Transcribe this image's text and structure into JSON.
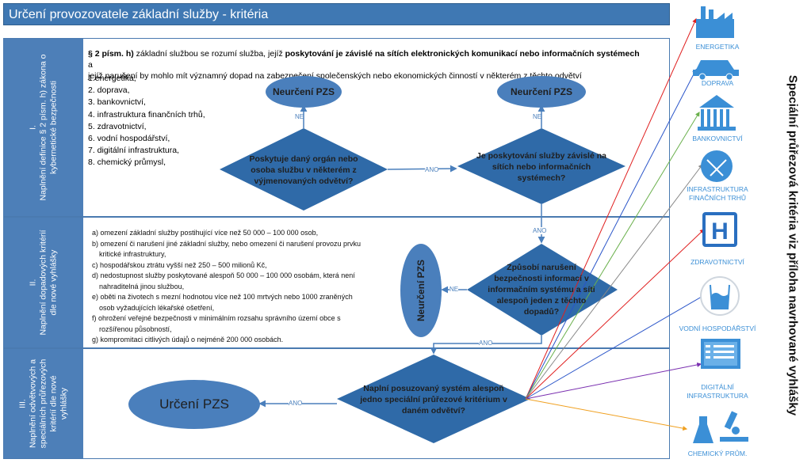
{
  "title": "Určení provozovatele základní služby - kritéria",
  "sections": [
    {
      "label": "I.\nNaplnění definice § 2 písm. h) zákona o\nkybernetické bezpečnosti"
    },
    {
      "label": "II.\nNaplnění dopadových kritérií\ndle nové vyhlášky"
    },
    {
      "label": "III.\nNaplnění odvětvových a\nspeciálních průřezových\nkritérií dle nové\nvyhlášky"
    }
  ],
  "s1": {
    "def_prefix": "§ 2 písm. h)",
    "def_mid": " základní službou se rozumí služba, jejíž ",
    "def_bold": "poskytování je závislé na sítích elektronických komunikací nebo informačních systémech",
    "def_end": " a",
    "def_line2": "jejíž narušení by mohlo mít významný dopad na zabezpečení společenských nebo ekonomických činností v některém z těchto odvětví",
    "list": [
      "1.energetika,",
      "2. doprava,",
      "3. bankovnictví,",
      "4. infrastruktura finančních trhů,",
      "5. zdravotnictví,",
      "6. vodní hospodářství,",
      "7. digitální infrastruktura,",
      "8. chemický průmysl,"
    ]
  },
  "s2": {
    "list": [
      "a)  omezení základní služby postihující více než 50 000 – 100 000 osob,",
      "b)  omezení či narušení jiné základní služby, nebo omezení či narušení provozu prvku kritické infrastruktury,",
      "c)  hospodářskou ztrátu vyšší než 250 – 500 milionů Kč,",
      "d)  nedostupnost služby poskytované alespoň 50 000 – 100 000  osobám, která není nahraditelná jinou službou,",
      "e) oběti na životech s mezní hodnotou více než 100 mrtvých nebo 1000 zraněných osob vyžadujících lékařské ošetření,",
      "f)  ohrožení veřejné bezpečnosti v minimálním rozsahu správního území obce s rozšířenou působností,",
      "g) kompromitaci citlivých údajů o nejméně 200 000 osobách."
    ]
  },
  "nodes": {
    "neurceni1": "Neurčení PZS",
    "neurceni2": "Neurčení PZS",
    "neurceni3": "Neurčení PZS",
    "q1": "Poskytuje daný orgán nebo osoba službu v některém z výjmenovaných odvětví?",
    "q2": "Je poskytování služby závislé na sítích nebo informačních systémech?",
    "q3": "Způsobí narušení bezpečnosti informací v informačním systému a síti alespoň jeden z těchto dopadů?",
    "q4": "Naplní posuzovaný systém alespoň jedno speciální průřezové kritérium v daném odvětví?",
    "urceni": "Určení PZS"
  },
  "edge_labels": {
    "ne": "NE",
    "ano": "ANO"
  },
  "sectors": [
    "ENERGETIKA",
    "DOPRAVA",
    "BANKOVNICTVÍ",
    "INFRASTRUKTURA\nFINAČNÍCH TRHŮ",
    "ZDRAVOTNICTVÍ",
    "VODNÍ HOSPODÁŘSTVÍ",
    "DIGITÁLNÍ\nINFRASTRUKTURA",
    "CHEMICKÝ PRŮM."
  ],
  "side_note": "Speciální průřezová kritéria viz příloha navrhované vyhlášky",
  "colors": {
    "accent": "#4a7fbc",
    "title_bg": "#3f78b3",
    "icon": "#3b8fd6"
  }
}
